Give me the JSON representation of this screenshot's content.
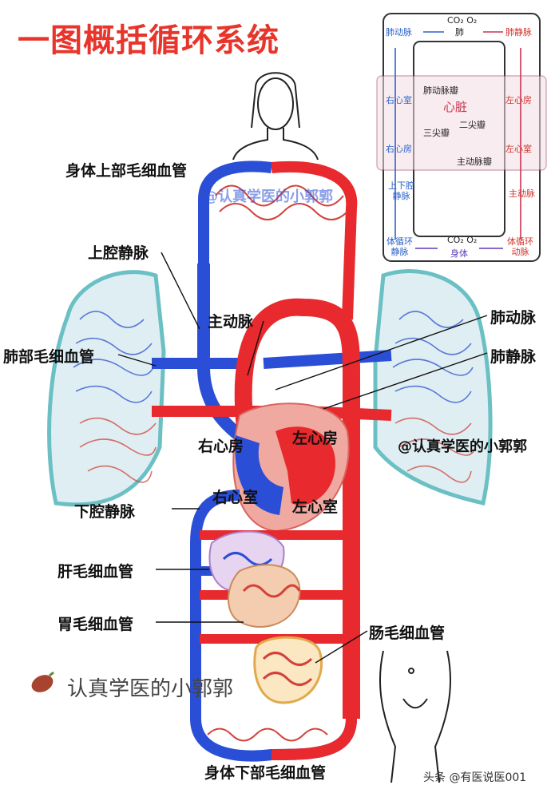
{
  "title": "一图概括循环系统",
  "labels": {
    "upper_capillaries": "身体上部毛细血管",
    "superior_vena_cava": "上腔静脉",
    "aorta": "主动脉",
    "lung_capillaries": "肺部毛细血管",
    "pulmonary_artery": "肺动脉",
    "pulmonary_vein": "肺静脉",
    "right_atrium": "右心房",
    "left_atrium": "左心房",
    "right_ventricle": "右心室",
    "left_ventricle": "左心室",
    "inferior_vena_cava": "下腔静脉",
    "liver_capillaries": "肝毛细血管",
    "stomach_capillaries": "胃毛细血管",
    "intestine_capillaries": "肠毛细血管",
    "lower_capillaries": "身体下部毛细血管"
  },
  "watermarks": {
    "inline_a": "@认真学医的小郭郭",
    "inline_b": "@认真学医的小郭郭",
    "large": "认真学医的小郭郭",
    "footer": "头条 @有医说医001"
  },
  "flowchart": {
    "pulmonary_artery": "肺动脉",
    "lung_gas": "CO₂ O₂",
    "lung": "肺",
    "pulmonary_vein": "肺静脉",
    "pulmonary_valve": "肺动脉瓣",
    "right_ventricle": "右心室",
    "heart": "心脏",
    "left_atrium": "左心房",
    "mitral_valve": "二尖瓣",
    "tricuspid_valve": "三尖瓣",
    "right_atrium": "右心房",
    "left_ventricle": "左心室",
    "aortic_valve": "主动脉瓣",
    "vena_cava": "上下腔\n静脉",
    "aorta": "主动脉",
    "systemic_vein": "体循环\n静脉",
    "body_gas": "CO₂ O₂",
    "body": "身体",
    "systemic_artery": "体循环\n动脉"
  }
}
